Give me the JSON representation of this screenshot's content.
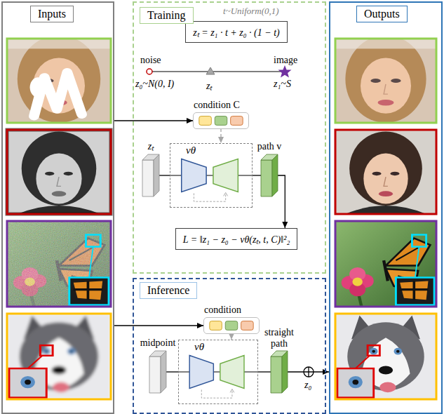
{
  "diagram": {
    "nodes": [
      {
        "text": [
          "Inputs"
        ]
      },
      {
        "text": [
          "Training"
        ]
      },
      {
        "text": [
          "zₜ = z₁ · t + z₀ · (1 − t)"
        ],
        "in": 1
      },
      {
        "text": [
          "condition C"
        ],
        "in": 1
      },
      {
        "text": [
          "zₜ"
        ],
        "in": 1
      },
      {
        "text": [
          "vθ"
        ],
        "in": 1
      },
      {
        "text": [
          "path v"
        ],
        "in": 1
      },
      {
        "text": [
          "L = ‖z₁ − z₀ − vθ(zₜ, t, C)‖²₂"
        ],
        "in": 1
      },
      {
        "text": [
          "Inference"
        ]
      },
      {
        "text": [
          "condition"
        ],
        "in": 8
      },
      {
        "text": [
          "midpoint"
        ],
        "in": 8
      },
      {
        "text": [
          "vθ"
        ],
        "in": 8
      },
      {
        "text": [
          "straight path"
        ],
        "in": 8
      },
      {
        "text": [
          "Outputs"
        ]
      }
    ],
    "edges": [
      {
        "from": 0,
        "to": 3,
        "arrow": "to"
      },
      {
        "from": 3,
        "to": 5,
        "arrow": "to"
      },
      {
        "from": 4,
        "to": 5,
        "arrow": "none"
      },
      {
        "from": 5,
        "to": 6,
        "arrow": "none"
      },
      {
        "from": 6,
        "to": 7,
        "arrow": "to"
      },
      {
        "from": 0,
        "to": 9,
        "arrow": "to"
      },
      {
        "from": 9,
        "to": 11,
        "arrow": "to"
      },
      {
        "from": 10,
        "to": 11,
        "arrow": "none"
      },
      {
        "from": 11,
        "to": 12,
        "arrow": "none"
      },
      {
        "from": 12,
        "to": 13,
        "arrow": "to"
      }
    ],
    "labels": [
      "t~Uniform(0,1)",
      "noise",
      "image",
      "z₀~N(0, I)",
      "zₜ",
      "z₁~S",
      "z₀"
    ]
  }
}
